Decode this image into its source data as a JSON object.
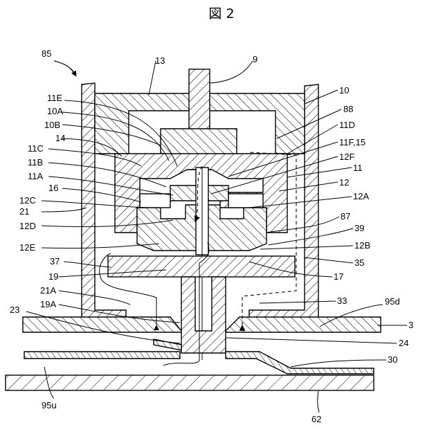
{
  "title": "図 2",
  "labels": {
    "l85": "85",
    "l13": "13",
    "l9": "9",
    "l10": "10",
    "l11E": "11E",
    "l10A": "10A",
    "l88": "88",
    "l10B": "10B",
    "l11D": "11D",
    "l14": "14",
    "l11F15": "11F,15",
    "l11C": "11C",
    "l12F": "12F",
    "l11B": "11B",
    "l11": "11",
    "l11A": "11A",
    "l12": "12",
    "l16": "16",
    "l12A": "12A",
    "l12C": "12C",
    "l21": "21",
    "l87": "87",
    "l12D": "12D",
    "l39": "39",
    "l12E": "12E",
    "l12B": "12B",
    "l37": "37",
    "l35": "35",
    "l19": "19",
    "l17": "17",
    "l21A": "21A",
    "l33": "33",
    "l19A": "19A",
    "l95d": "95d",
    "l23": "23",
    "l3": "3",
    "l24": "24",
    "l30": "30",
    "l95u": "95u",
    "l62": "62"
  }
}
